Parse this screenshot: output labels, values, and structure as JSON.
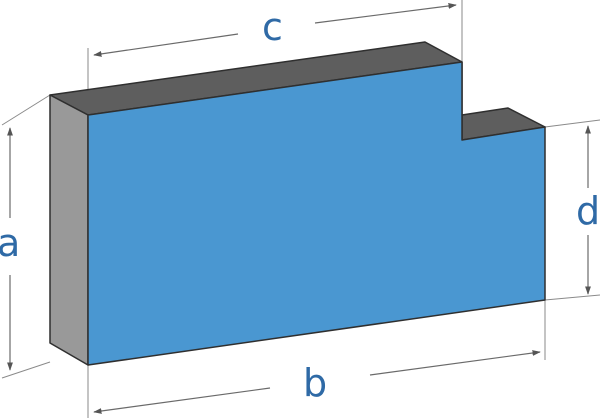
{
  "diagram": {
    "labels": {
      "a": "a",
      "b": "b",
      "c": "c",
      "d": "d"
    },
    "colors": {
      "front_face": "#4a97d1",
      "top_face": "#5e5e5e",
      "side_face": "#999999",
      "edge": "#2f2f2f",
      "dimension_line": "#6a6a6a",
      "label_text": "#2f6aa6"
    }
  }
}
